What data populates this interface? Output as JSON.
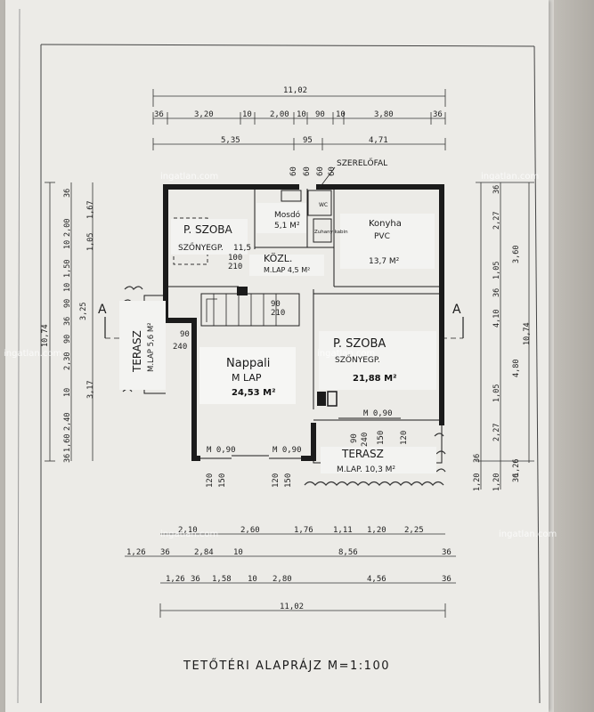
{
  "drawing": {
    "title": "TETŐTÉRI  ALAPRÁJZ  M=1:100",
    "watermark": "ingatlan.com"
  },
  "rooms": {
    "szoba1_name": "P. SZOBA",
    "szoba1_floor": "SZŐNYEGP.",
    "szoba1_area": "11,5",
    "mosdo_name": "Mosdó",
    "mosdo_area": "5,1 M²",
    "wc": "WC",
    "zuhany": "Zuhany kabin",
    "szerelofal": "SZERELŐFAL",
    "kozl_name": "KÖZL.",
    "kozl_floor": "M.LAP  4,5 M²",
    "konyha_name": "Konyha",
    "konyha_floor": "PVC",
    "konyha_area": "13,7 M²",
    "nappali_name": "Nappali",
    "nappali_floor": "M  LAP",
    "nappali_area": "24,53 M²",
    "szoba2_name": "P. SZOBA",
    "szoba2_floor": "SZŐNYEGP.",
    "szoba2_area": "21,88 M²",
    "terasz_left_name": "TERASZ",
    "terasz_left_floor": "M.LAP  5,6 M²",
    "terasz_bottom_name": "TERASZ",
    "terasz_bottom_floor": "M.LAP.   10,3 M²"
  },
  "openings": {
    "door_100": "100",
    "door_210": "210",
    "door_90a": "90",
    "door_210b": "210",
    "door_90b": "90",
    "door_240": "240",
    "win_m090_right": "M 0,90",
    "win_m090_left": "M 0,90",
    "win_m090_mid": "M 0,90",
    "door_90c": "90",
    "door_240b": "240",
    "door_150": "150",
    "door_120": "120",
    "sill_120": "120",
    "sill_150": "150",
    "sill_120b": "120",
    "sill_150b": "150"
  },
  "dims_top": {
    "overall": "11,02",
    "row2": [
      "36",
      "3,20",
      "10",
      "2,00",
      "10",
      "90",
      "10",
      "3,80",
      "36"
    ],
    "row3": [
      "5,35",
      "95",
      "4,71"
    ],
    "row4": [
      "60",
      "60",
      "60",
      "60"
    ]
  },
  "dims_bottom": {
    "row1": [
      "2,10",
      "2,60",
      "1,76",
      "1,11",
      "1,20",
      "2,25"
    ],
    "row2": [
      "1,26",
      "36",
      "2,84",
      "10",
      "8,56",
      "36"
    ],
    "row3": [
      "1,26",
      "36",
      "1,58",
      "10",
      "2,80",
      "4,56",
      "36"
    ],
    "overall": "11,02"
  },
  "dims_left": {
    "overall": "10,74",
    "col2": [
      "36",
      "2,00",
      "10",
      "1,50",
      "10",
      "90",
      "36",
      "3,25",
      "90",
      "2,30",
      "10",
      "2,40",
      "1,60",
      "36"
    ],
    "col3": [
      "1,67",
      "1,05",
      "3,17"
    ]
  },
  "dims_right": {
    "overall": "10,74",
    "col1": [
      "36",
      "2,27",
      "3,60",
      "1,05",
      "36",
      "4,10",
      "4,80",
      "1,05",
      "2,27",
      "1,26",
      "36",
      "1,20"
    ],
    "col2": [
      "36",
      "1,20"
    ]
  },
  "section_marks": {
    "left": "A",
    "right": "A"
  }
}
